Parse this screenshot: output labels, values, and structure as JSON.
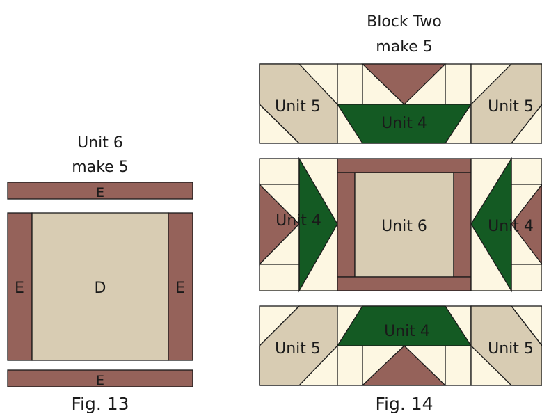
{
  "colors": {
    "cream": "#fdf7e2",
    "tan": "#d8ccb3",
    "brown": "#95625a",
    "green": "#145a23",
    "outline": "#1a1a1a",
    "white_text": "#ffffff",
    "dark_text": "#1a1a1a"
  },
  "fig13": {
    "header_line1": "Unit 6",
    "header_line2": "make 5",
    "strip_top_label": "E",
    "left_bar_label": "E",
    "center_label": "D",
    "right_bar_label": "E",
    "strip_bottom_label": "E",
    "caption": "Fig. 13"
  },
  "fig14": {
    "header_line1": "Block Two",
    "header_line2": "make 5",
    "row1": {
      "left": "Unit 5",
      "center": "Unit 4",
      "right": "Unit 5"
    },
    "row2": {
      "left": "Unit 4",
      "center": "Unit 6",
      "right": "Unit 4"
    },
    "row3": {
      "left": "Unit 5",
      "center": "Unit 4",
      "right": "Unit 5"
    },
    "caption": "Fig. 14"
  }
}
